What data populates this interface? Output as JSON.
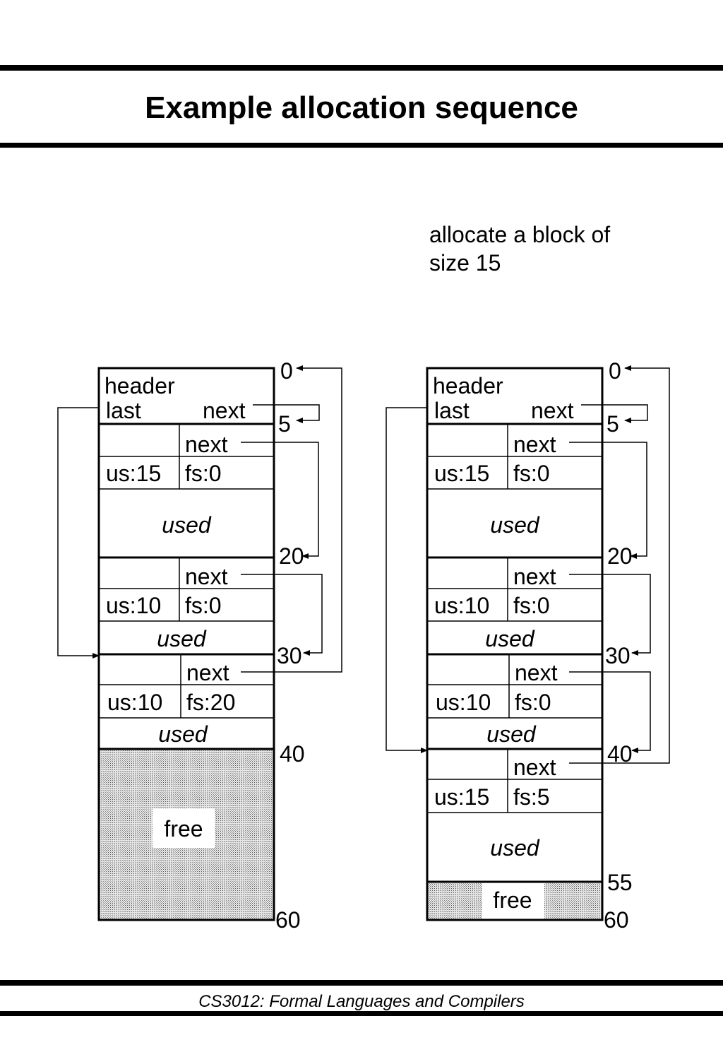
{
  "title": "Example allocation sequence",
  "caption_line1": "allocate a block of",
  "caption_line2": "size 15",
  "footer": "CS3012: Formal Languages and Compilers",
  "labels": {
    "header": "header",
    "last": "last",
    "next": "next",
    "used": "used",
    "free": "free"
  },
  "before": {
    "offsets": [
      "0",
      "5",
      "20",
      "30",
      "40",
      "60"
    ],
    "blocks": [
      {
        "us": "us:15",
        "fs": "fs:0"
      },
      {
        "us": "us:10",
        "fs": "fs:0"
      },
      {
        "us": "us:10",
        "fs": "fs:20"
      }
    ]
  },
  "after": {
    "offsets": [
      "0",
      "5",
      "20",
      "30",
      "40",
      "55",
      "60"
    ],
    "blocks": [
      {
        "us": "us:15",
        "fs": "fs:0"
      },
      {
        "us": "us:10",
        "fs": "fs:0"
      },
      {
        "us": "us:10",
        "fs": "fs:0"
      },
      {
        "us": "us:15",
        "fs": "fs:5"
      }
    ]
  }
}
